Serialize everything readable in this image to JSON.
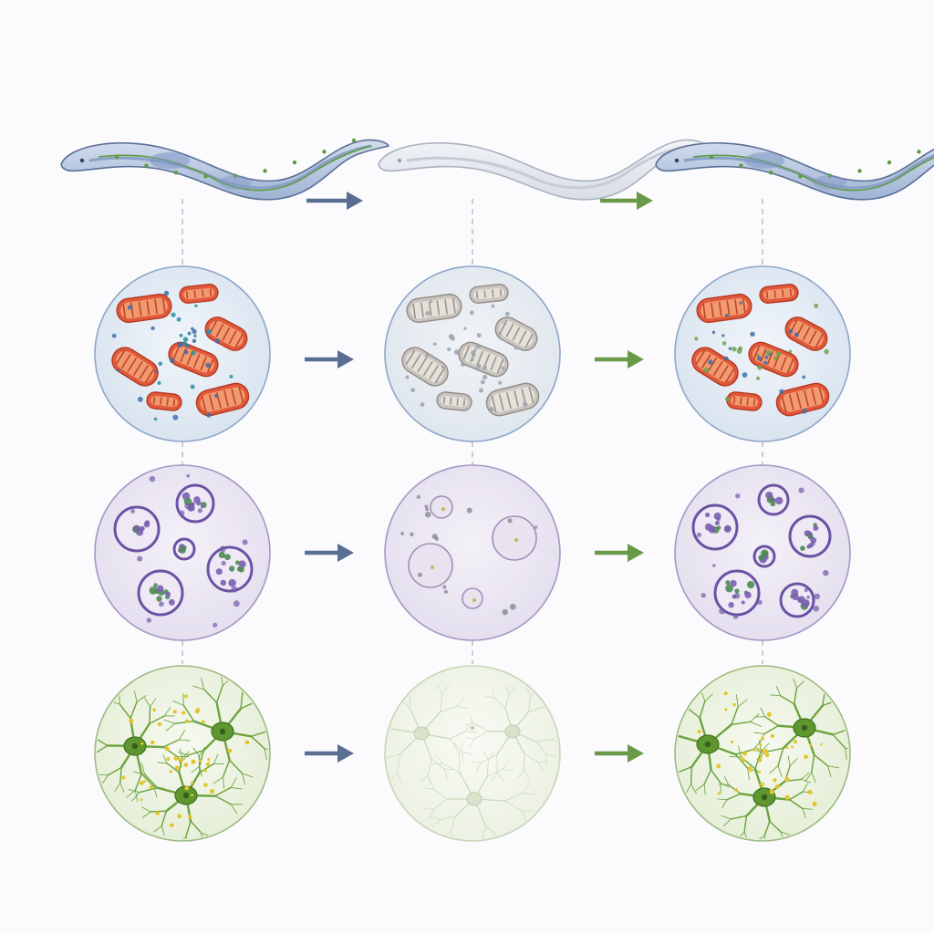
{
  "columns": [
    {
      "id": "healthy",
      "state": "healthy"
    },
    {
      "id": "declined",
      "state": "declined"
    },
    {
      "id": "restored",
      "state": "restored"
    }
  ],
  "rows": [
    {
      "id": "organism",
      "subject": "worm"
    },
    {
      "id": "mitochondria",
      "subject": "mitochondria"
    },
    {
      "id": "lysosomes",
      "subject": "vesicles"
    },
    {
      "id": "neurons",
      "subject": "neurons"
    }
  ],
  "arrows": [
    {
      "from": "healthy",
      "to": "declined",
      "color": "#5a6e92"
    },
    {
      "from": "declined",
      "to": "restored",
      "color": "#6a9a48"
    }
  ],
  "colors": {
    "worm_body": "#b9c8e0",
    "worm_outline": "#5a6e96",
    "mito_fill": "#e2583a",
    "mito_declined": "#c9c4bd",
    "vesicle": "#7a5fb0",
    "neuron": "#6ea33f",
    "synapse": "#e2c52d",
    "connector": "#b7bac2"
  }
}
